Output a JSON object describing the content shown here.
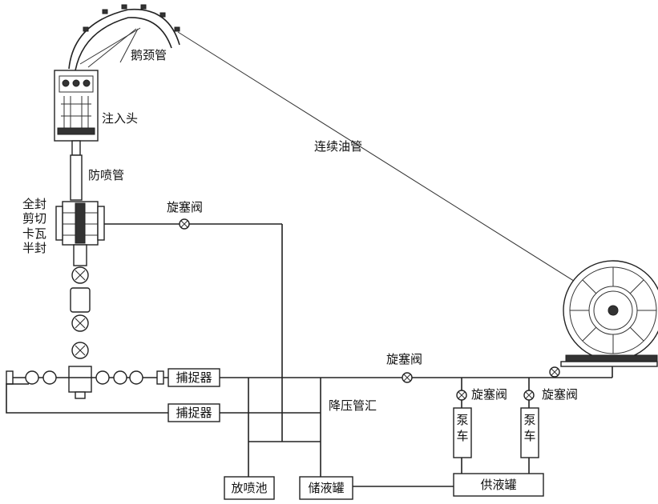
{
  "labels": {
    "gooseneck": "鹅颈管",
    "injector_head": "注入头",
    "coiled_tubing": "连续油管",
    "stripper": "防喷管",
    "bop_blind": "全封",
    "bop_shear": "剪切",
    "bop_slip": "卡瓦",
    "bop_pipe": "半封",
    "plug_valve_top": "旋塞阀",
    "plug_valve_main": "旋塞阀",
    "plug_valve_pump1": "旋塞阀",
    "plug_valve_pump2": "旋塞阀",
    "choke_manifold": "降压管汇"
  },
  "boxes": {
    "catcher_1": "捕捉器",
    "catcher_2": "捕捉器",
    "flare_pit": "放喷池",
    "storage_tank": "储液罐",
    "supply_tank": "供液罐",
    "pump_truck_1": "泵车",
    "pump_truck_2": "泵车"
  },
  "colors": {
    "line": "#222222",
    "background": "#ffffff"
  }
}
